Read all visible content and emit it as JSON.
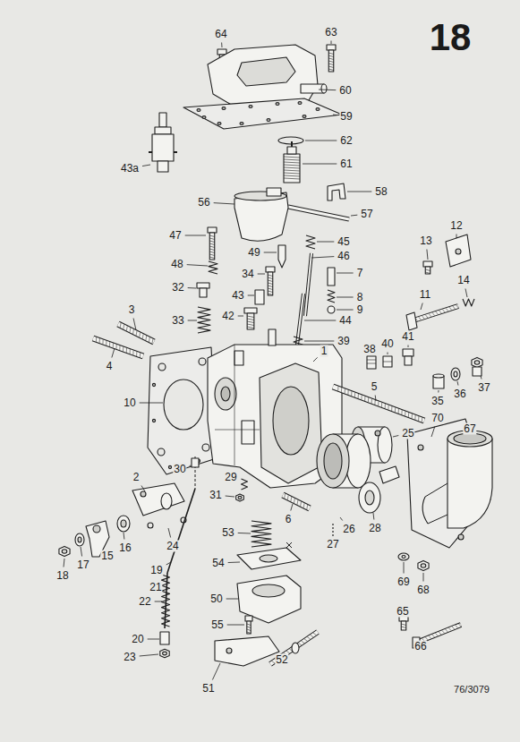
{
  "diagram": {
    "title": "18",
    "caption": "76/3079",
    "labels": [
      "64",
      "63",
      "60",
      "59",
      "62",
      "43a",
      "61",
      "58",
      "56",
      "57",
      "12",
      "13",
      "47",
      "49",
      "45",
      "46",
      "48",
      "14",
      "7",
      "34",
      "32",
      "11",
      "8",
      "43",
      "9",
      "42",
      "3",
      "44",
      "33",
      "39",
      "4",
      "38",
      "40",
      "41",
      "1",
      "10",
      "5",
      "35",
      "36",
      "37",
      "70",
      "67",
      "25",
      "2",
      "30",
      "29",
      "31",
      "6",
      "26",
      "27",
      "28",
      "53",
      "16",
      "24",
      "15",
      "17",
      "18",
      "19",
      "54",
      "21",
      "22",
      "69",
      "68",
      "50",
      "65",
      "55",
      "20",
      "66",
      "23",
      "52",
      "51"
    ]
  }
}
